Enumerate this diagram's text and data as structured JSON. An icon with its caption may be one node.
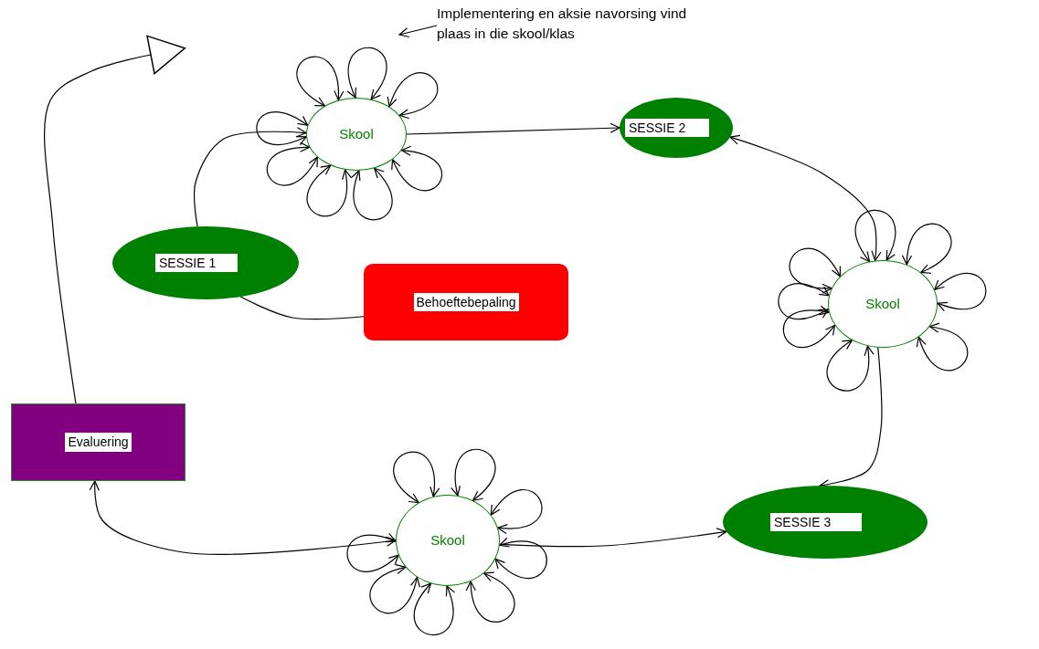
{
  "diagram": {
    "nodes": [
      {
        "text": [
          "Implementering en aksie navorsing vind plaas in die skool/klas"
        ]
      },
      {
        "text": [
          "Skool"
        ]
      },
      {
        "text": [
          "SESSIE 2"
        ]
      },
      {
        "text": [
          "SESSIE 1"
        ]
      },
      {
        "text": [
          "Behoeftebepaling"
        ]
      },
      {
        "text": [
          "Skool"
        ]
      },
      {
        "text": [
          "Evaluering"
        ]
      },
      {
        "text": [
          "Skool"
        ]
      },
      {
        "text": [
          "SESSIE 3"
        ]
      }
    ],
    "edges": [
      {
        "from": 3,
        "to": 1,
        "arrow": "to"
      },
      {
        "from": 1,
        "to": 2,
        "arrow": "to"
      },
      {
        "from": 2,
        "to": 5,
        "arrow": "both"
      },
      {
        "from": 5,
        "to": 8,
        "arrow": "to"
      },
      {
        "from": 7,
        "to": 8,
        "arrow": "to"
      },
      {
        "from": 7,
        "to": 6,
        "arrow": "both"
      },
      {
        "from": 3,
        "to": 4,
        "arrow": "none"
      },
      {
        "from": 6,
        "to": null,
        "arrow": "to"
      },
      {
        "from": 0,
        "to": null,
        "arrow": "to"
      },
      {
        "from": 1,
        "to": 1,
        "arrow": "both"
      },
      {
        "from": 1,
        "to": 1,
        "arrow": "both"
      },
      {
        "from": 1,
        "to": 1,
        "arrow": "both"
      },
      {
        "from": 1,
        "to": 1,
        "arrow": "both"
      },
      {
        "from": 1,
        "to": 1,
        "arrow": "both"
      },
      {
        "from": 1,
        "to": 1,
        "arrow": "both"
      },
      {
        "from": 1,
        "to": 1,
        "arrow": "both"
      },
      {
        "from": 1,
        "to": 1,
        "arrow": "both"
      },
      {
        "from": 5,
        "to": 5,
        "arrow": "both"
      },
      {
        "from": 5,
        "to": 5,
        "arrow": "both"
      },
      {
        "from": 5,
        "to": 5,
        "arrow": "both"
      },
      {
        "from": 5,
        "to": 5,
        "arrow": "both"
      },
      {
        "from": 5,
        "to": 5,
        "arrow": "both"
      },
      {
        "from": 5,
        "to": 5,
        "arrow": "both"
      },
      {
        "from": 5,
        "to": 5,
        "arrow": "both"
      },
      {
        "from": 5,
        "to": 5,
        "arrow": "both"
      },
      {
        "from": 7,
        "to": 7,
        "arrow": "both"
      },
      {
        "from": 7,
        "to": 7,
        "arrow": "both"
      },
      {
        "from": 7,
        "to": 7,
        "arrow": "both"
      },
      {
        "from": 7,
        "to": 7,
        "arrow": "both"
      },
      {
        "from": 7,
        "to": 7,
        "arrow": "both"
      },
      {
        "from": 7,
        "to": 7,
        "arrow": "both"
      },
      {
        "from": 7,
        "to": 7,
        "arrow": "both"
      },
      {
        "from": 7,
        "to": 7,
        "arrow": "both"
      }
    ]
  }
}
